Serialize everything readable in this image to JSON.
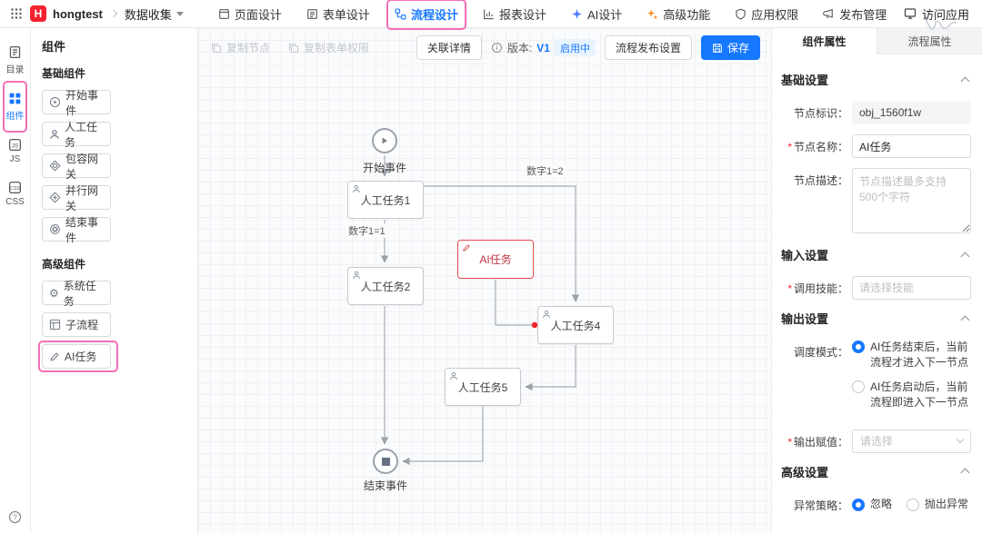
{
  "header": {
    "logo_letter": "H",
    "app_name": "hongtest",
    "breadcrumb_current": "数据收集",
    "nav_tabs": [
      {
        "label": "页面设计"
      },
      {
        "label": "表单设计"
      },
      {
        "label": "流程设计"
      },
      {
        "label": "报表设计"
      },
      {
        "label": "AI设计"
      },
      {
        "label": "高级功能"
      },
      {
        "label": "应用权限"
      },
      {
        "label": "发布管理"
      }
    ],
    "visit_app": "访问应用"
  },
  "side_rail": {
    "items": [
      {
        "label": "目录"
      },
      {
        "label": "组件"
      },
      {
        "label": "JS"
      },
      {
        "label": "CSS"
      }
    ]
  },
  "component_panel": {
    "title": "组件",
    "basic_group_title": "基础组件",
    "basic_items": [
      "开始事件",
      "人工任务",
      "包容网关",
      "并行网关",
      "结束事件"
    ],
    "advanced_group_title": "高级组件",
    "advanced_items": [
      "系统任务",
      "子流程",
      "AI任务"
    ]
  },
  "canvas_toolbar": {
    "copy_node": "复制节点",
    "copy_form_permission": "复制表单权限",
    "relation_detail": "关联详情",
    "version_label": "版本:",
    "version_value": "V1",
    "version_status": "启用中",
    "flow_publish_settings": "流程发布设置",
    "save": "保存"
  },
  "flow": {
    "nodes": {
      "start": "开始事件",
      "task1": "人工任务1",
      "task2": "人工任务2",
      "task4": "人工任务4",
      "task5": "人工任务5",
      "ai": "AI任务",
      "end": "结束事件"
    },
    "edge_labels": {
      "branch2": "数字1=2",
      "branch1": "数字1=1"
    }
  },
  "properties_panel": {
    "required_mark": "*",
    "tab_component": "组件属性",
    "tab_flow": "流程属性",
    "basic_section": "基础设置",
    "node_id_label": "节点标识：",
    "node_id_value": "obj_1560f1w",
    "node_name_label": "节点名称：",
    "node_name_value": "AI任务",
    "node_desc_label": "节点描述：",
    "node_desc_placeholder": "节点描述最多支持500个字符",
    "input_section": "输入设置",
    "skill_label": "调用技能：",
    "skill_placeholder": "请选择技能",
    "output_section": "输出设置",
    "schedule_label": "调度模式：",
    "schedule_option1": "AI任务结束后，当前流程才进入下一节点",
    "schedule_option2": "AI任务启动后，当前流程即进入下一节点",
    "output_assign_label": "输出赋值：",
    "output_assign_placeholder": "请选择",
    "advanced_section": "高级设置",
    "exception_label": "异常策略：",
    "exception_option1": "忽略",
    "exception_option2": "抛出异常"
  },
  "colors": {
    "accent": "#1677ff",
    "brand_logo": "#f5222d",
    "selected_node_border": "#e5484d",
    "annotation_pink": "#f76fb8",
    "version_badge_bg": "#e8f3ff"
  }
}
